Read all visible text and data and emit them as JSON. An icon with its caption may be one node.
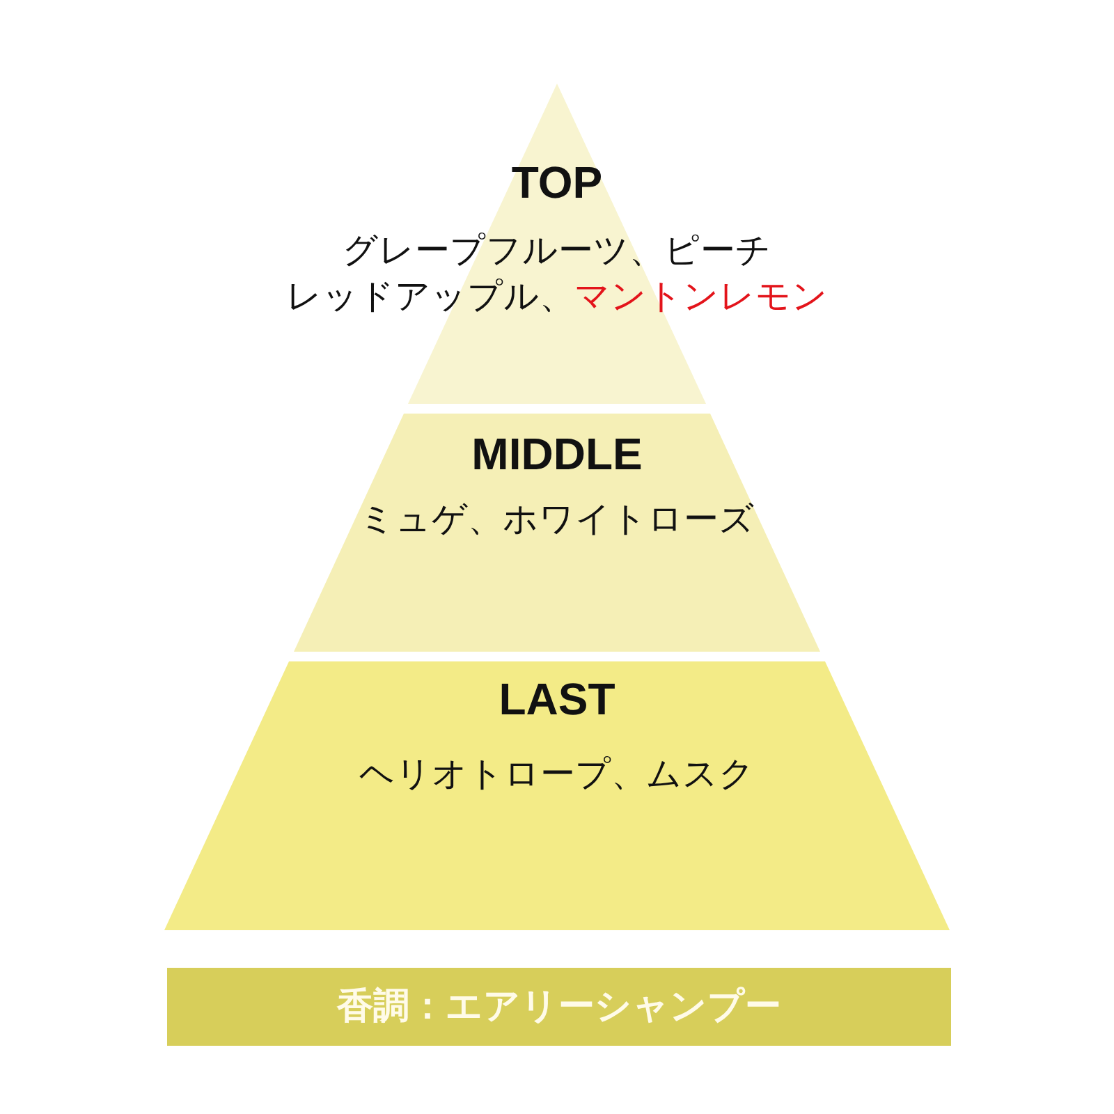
{
  "diagram": {
    "nodes": [
      {
        "text": [
          "TOP",
          "グレープフルーツ、ピーチレッドアップル、*マントンレモン*"
        ]
      },
      {
        "text": [
          "MIDDLE",
          "ミュゲ、ホワイトローズ"
        ]
      },
      {
        "text": [
          "LAST",
          "ヘリオトロープ、ムスク"
        ]
      },
      {
        "text": [
          "香調：エアリーシャンプー"
        ]
      }
    ]
  }
}
